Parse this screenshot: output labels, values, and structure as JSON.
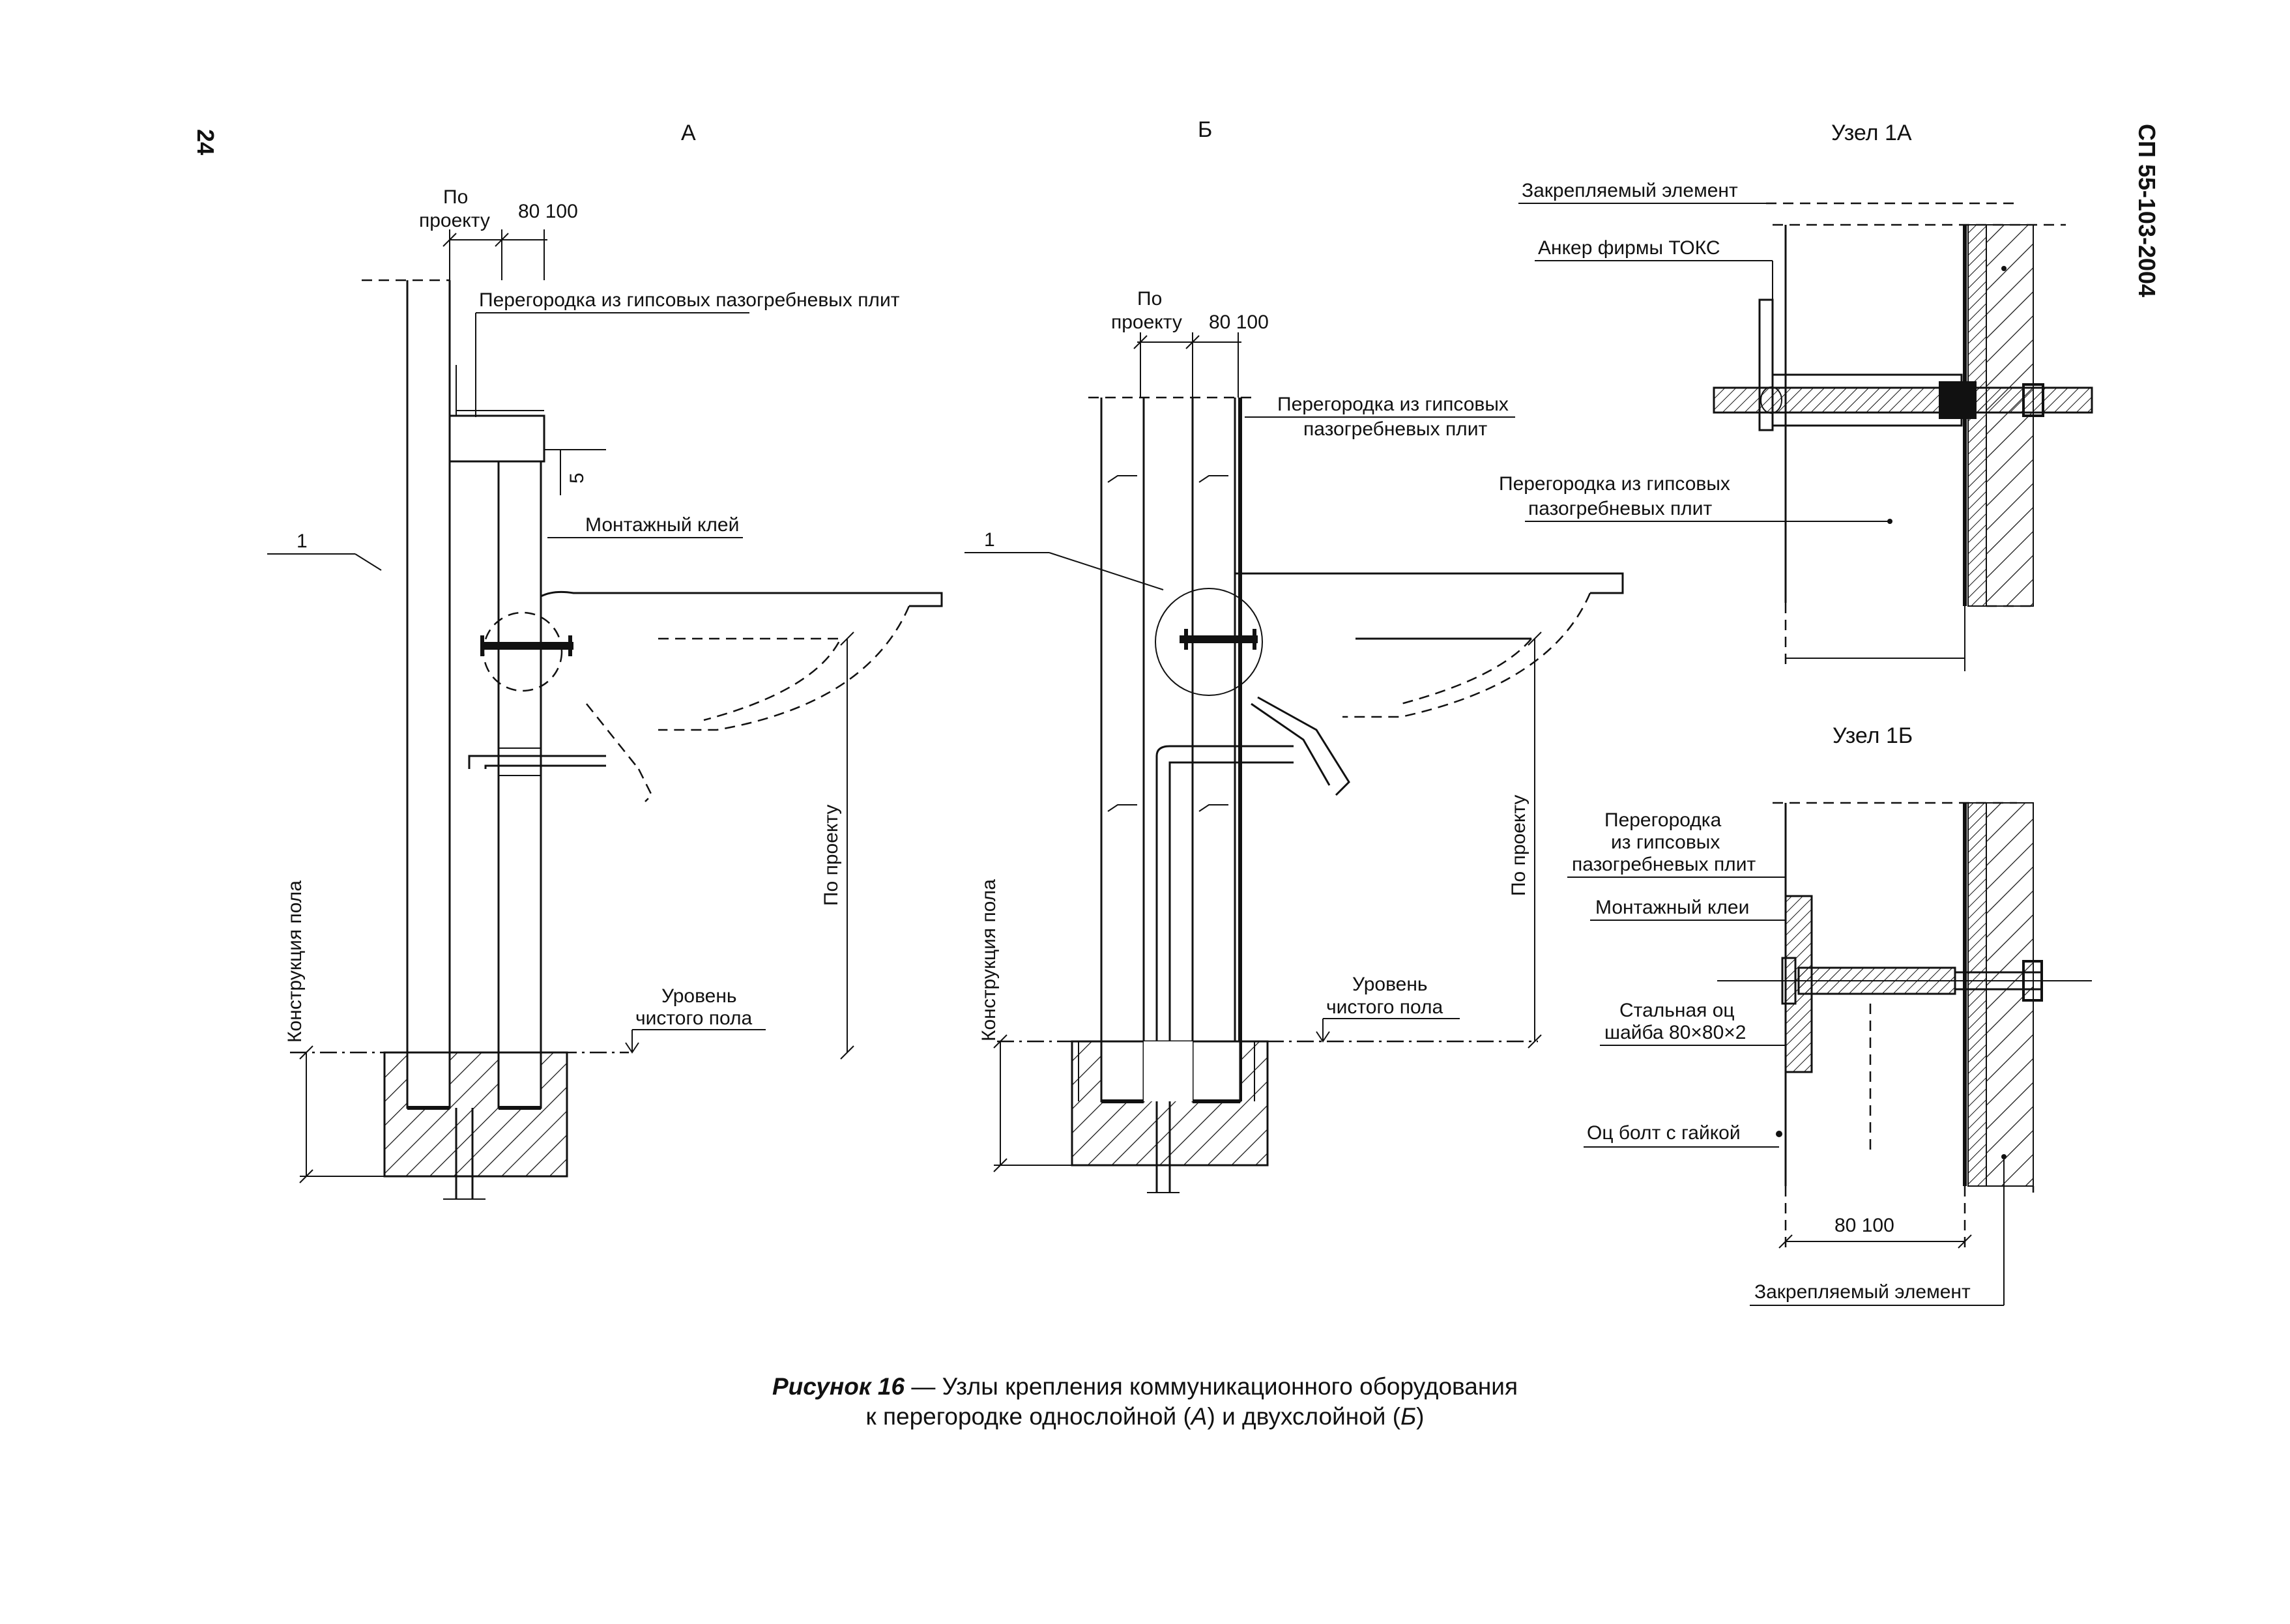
{
  "page_number": "24",
  "document_code": "СП 55-103-2004",
  "panels": {
    "a": {
      "title": "А",
      "dim_po_proektu": [
        "По",
        "проекту"
      ],
      "dim_80_100": "80  100",
      "label_partition": "Перегородка из гипсовых пазогребневых плит",
      "dim_5": "5",
      "label_glue": "Монтажный клей",
      "callout_1": "1",
      "label_floor_construction": "Конструкция пола",
      "label_by_project": "По проекту",
      "label_floor_level": [
        "Уровень",
        "чистого пола"
      ]
    },
    "b": {
      "title": "Б",
      "dim_po_proektu": [
        "По",
        "проекту"
      ],
      "dim_80_100": "80  100",
      "label_partition": [
        "Перегородка из гипсовых",
        "пазогребневых плит"
      ],
      "callout_1": "1",
      "label_floor_construction": "Конструкция пола",
      "label_by_project": "По проекту",
      "label_floor_level": [
        "Уровень",
        "чистого пола"
      ]
    },
    "node_1a": {
      "title": "Узел 1А",
      "label_fixed_element": "Закрепляемый элемент",
      "label_anchor": "Анкер фирмы ТОКС",
      "label_partition": [
        "Перегородка из гипсовых",
        "пазогребневых плит"
      ]
    },
    "node_1b": {
      "title": "Узел 1Б",
      "label_partition": [
        "Перегородка",
        "из гипсовых",
        "пазогребневых плит"
      ],
      "label_glue": "Монтажный клеи",
      "label_washer": [
        "Стальная оц",
        "шайба 80×80×2"
      ],
      "label_bolt": "Оц  болт с гайкой",
      "dim_80_100": "80  100",
      "label_fixed_element": "Закрепляемый элемент"
    }
  },
  "caption": {
    "figure_label": "Рисунок 16",
    "dash": " — ",
    "line1_text": "Узлы крепления коммуникационного оборудования",
    "line2_pre": "к перегородке однослойной (",
    "line2_a": "А",
    "line2_mid": ") и двухслойной (",
    "line2_b": "Б",
    "line2_post": ")"
  }
}
